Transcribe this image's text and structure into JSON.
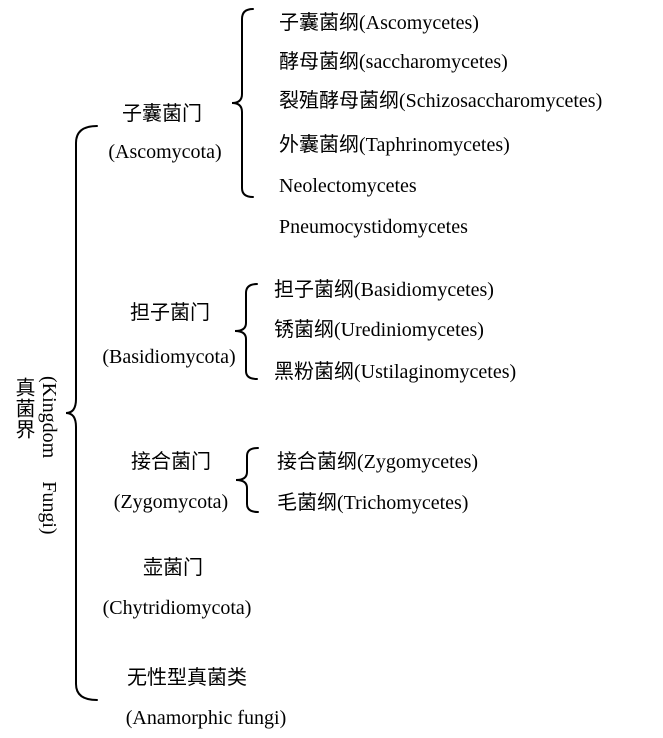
{
  "kingdom": {
    "name_cn": "真菌界",
    "name_en": "(Kingdom Fungi)"
  },
  "phyla": [
    {
      "name_cn": "子囊菌门",
      "name_en": "(Ascomycota)",
      "classes": [
        "子囊菌纲(Ascomycetes)",
        "酵母菌纲(saccharomycetes)",
        "裂殖酵母菌纲(Schizosaccharomycetes)",
        "外囊菌纲(Taphrinomycetes)",
        "Neolectomycetes",
        "Pneumocystidomycetes"
      ]
    },
    {
      "name_cn": "担子菌门",
      "name_en": "(Basidiomycota)",
      "classes": [
        "担子菌纲(Basidiomycetes)",
        "锈菌纲(Urediniomycetes)",
        "黑粉菌纲(Ustilaginomycetes)"
      ]
    },
    {
      "name_cn": "接合菌门",
      "name_en": "(Zygomycota)",
      "classes": [
        "接合菌纲(Zygomycetes)",
        "毛菌纲(Trichomycetes)"
      ]
    },
    {
      "name_cn": "壶菌门",
      "name_en": "(Chytridiomycota)",
      "classes": []
    },
    {
      "name_cn": "无性型真菌类",
      "name_en": "(Anamorphic fungi)",
      "classes": []
    }
  ],
  "colors": {
    "background": "#ffffff",
    "text": "#000000",
    "line": "#000000"
  }
}
